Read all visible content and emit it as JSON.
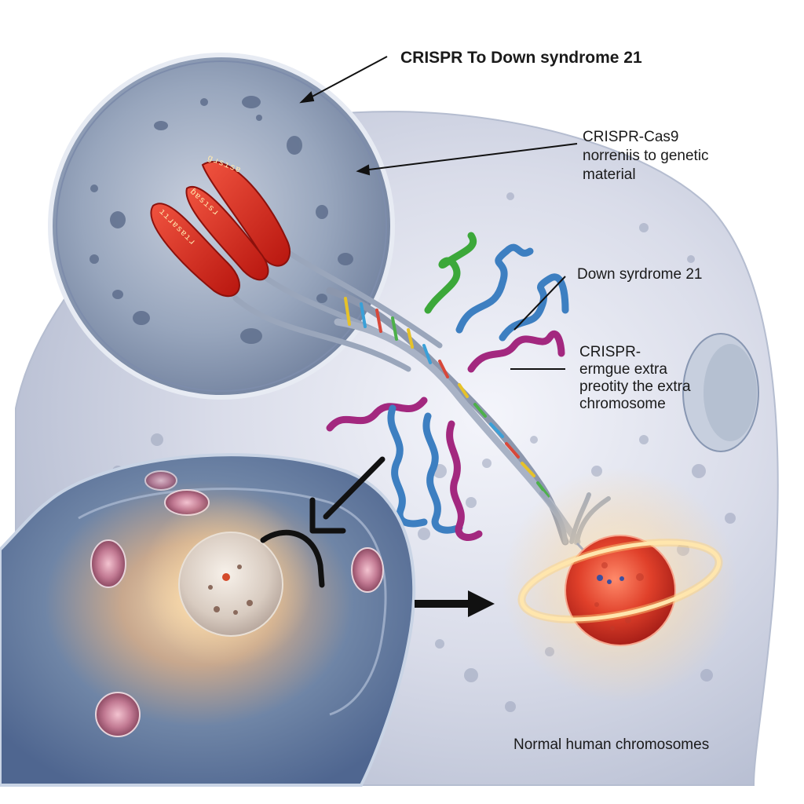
{
  "title": "CRISPR To Down syndrome 21",
  "labels": {
    "cas9": [
      "CRISPR-Cas9",
      "norreniis to genetic",
      "material"
    ],
    "down": "Down syrdrome 21",
    "extra": [
      "CRISPR-",
      "ermgue extra",
      "preotity the extra",
      "chromosome"
    ],
    "normal": "Normal human chromosomes"
  },
  "chromosome_marks": [
    "ɡɹsısɐ",
    "ɓɐsısɹ",
    "ııɹɐsɐıɹ"
  ],
  "colors": {
    "chromosome": "#d9231c",
    "cell_membrane": "#9fb0c8",
    "helix_blue": "#3d7fc1",
    "helix_magenta": "#a3287f",
    "helix_green": "#3ca83a",
    "glow": "#ffd27a",
    "arrow": "#111111"
  },
  "icons": [
    "arrow-down-left-icon",
    "arrow-right-icon"
  ]
}
